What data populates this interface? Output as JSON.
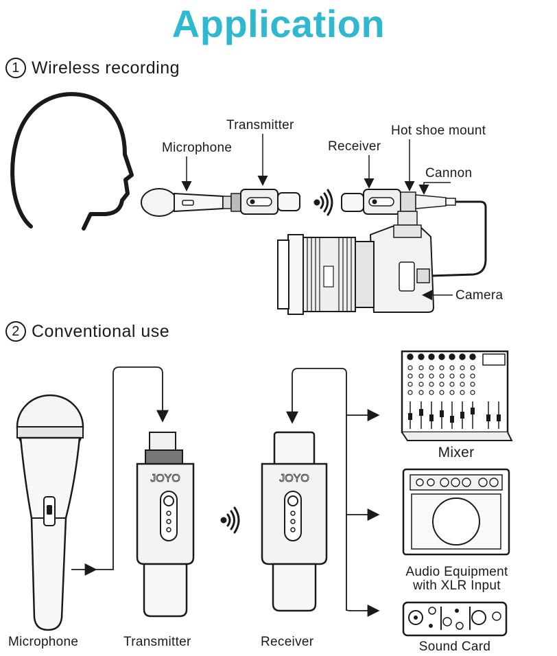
{
  "title": "Application",
  "section1": {
    "number": "1",
    "heading": "Wireless recording",
    "labels": {
      "microphone": "Microphone",
      "transmitter": "Transmitter",
      "receiver": "Receiver",
      "hot_shoe": "Hot shoe mount",
      "cannon": "Cannon",
      "camera": "Camera"
    }
  },
  "section2": {
    "number": "2",
    "heading": "Conventional use",
    "labels": {
      "microphone": "Microphone",
      "transmitter": "Transmitter",
      "receiver": "Receiver",
      "mixer": "Mixer",
      "audio_line1": "Audio Equipment",
      "audio_line2": "with XLR Input",
      "sound_card": "Sound Card"
    },
    "brand": "JOYO"
  },
  "colors": {
    "title": "#2fb8cf",
    "ink": "#1a1a1a"
  }
}
